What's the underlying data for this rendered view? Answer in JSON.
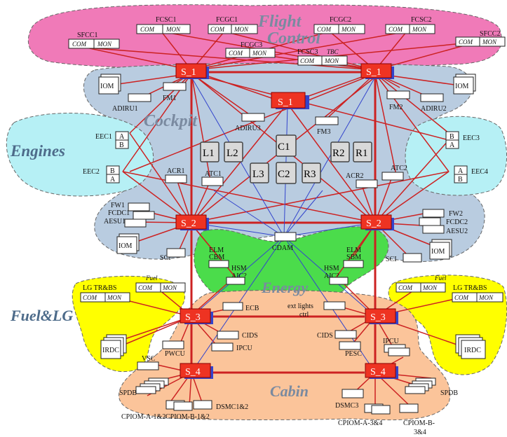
{
  "domains": {
    "flight_control": [
      "Flight",
      "Control"
    ],
    "cockpit": "Cockpit",
    "engines": "Engines",
    "energy": "Energy",
    "fuel_lg": "Fuel&LG",
    "cabin": "Cabin"
  },
  "switches": {
    "s1_left": "S_1",
    "s1_right": "S_1",
    "s1_center": "S_1",
    "s2_left": "S_2",
    "s2_right": "S_2",
    "s3_left": "S_3",
    "s3_right": "S_3",
    "s4_left": "S_4",
    "s4_right": "S_4"
  },
  "flight_control": {
    "fcsc1": "FCSC1",
    "fcgc1": "FCGC1",
    "fcgc2": "FCGC2",
    "fcsc2": "FCSC2",
    "sfcc1": "SFCC1",
    "sfcc2": "SFCC2",
    "fcgc3": "FCGC3",
    "fcsc3": "FCSC3",
    "tbc": "TBC",
    "com": "COM",
    "mon": "MON"
  },
  "cockpit": {
    "iom": "IOM",
    "adiru1": "ADIRU1",
    "adiru2": "ADIRU2",
    "adiru3": "ADIRU3",
    "fm1": "FM1",
    "fm2": "FM2",
    "fm3": "FM3",
    "acr1": "ACR1",
    "acr2": "ACR2",
    "atc1": "ATC1",
    "atc2": "ATC2",
    "cdam": "CDAM",
    "l1": "L1",
    "l2": "L2",
    "l3": "L3",
    "c1": "C1",
    "c2": "C2",
    "r1": "R1",
    "r2": "R2",
    "r3": "R3",
    "fw1": "FW1",
    "fw2": "FW2",
    "fcdc1": "FCDC1",
    "fcdc2": "FCDC2",
    "aesu1": "AESU1",
    "aesu2": "AESU2",
    "sci": "SCI"
  },
  "engines": {
    "eec1": "EEC1",
    "eec2": "EEC2",
    "eec3": "EEC3",
    "eec4": "EEC4",
    "a": "A",
    "b": "B"
  },
  "energy": {
    "elm": "ELM",
    "cbm": "CBM",
    "sbm": "SBM",
    "hsm": "HSM",
    "aic": "AIC?"
  },
  "fuel_lg": {
    "lg_trbs": "LG TR&BS",
    "fuel": "Fuel",
    "irdc": "IRDC"
  },
  "cabin": {
    "ecb": "ECB",
    "cids": "CIDS",
    "ipcu": "IPCU",
    "pwcu": "PWCU",
    "vsc": "VSC",
    "spdb": "SPDB",
    "cpiom_a12": "CPIOM-A-1&2",
    "cpiom_b12": "CPIOM-B-1&2",
    "dsmc12": "DSMC1&2",
    "dsmc3": "DSMC3",
    "ext_lights": "ext lights",
    "ctrl": "ctrl",
    "pesc": "PESC",
    "cpiom_a34": "CPIOM-A-3&4",
    "cpiom_b": "CPIOM-B-",
    "b34": "3&4"
  },
  "colors": {
    "flight_control_zone": "#f07ab8",
    "cockpit_zone": "#b9cce0",
    "engines_zone": "#b6f0f5",
    "energy_zone": "#4bdc4b",
    "fuel_zone": "#ffff00",
    "cabin_zone": "#fbc49a",
    "switch": "#ee3322",
    "link": "#cc2222",
    "secondary_link": "#3344cc"
  }
}
